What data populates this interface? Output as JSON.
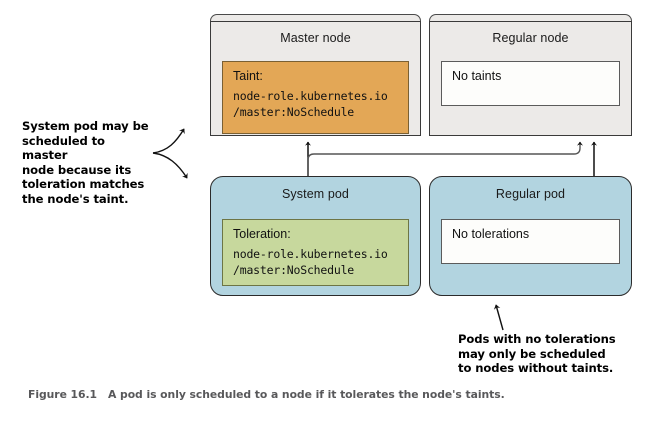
{
  "figure": {
    "label": "Figure 16.1",
    "caption": "A pod is only scheduled to a node if it tolerates the node's taints."
  },
  "nodes": [
    {
      "id": "master-node",
      "title": "Master node",
      "box_kind": "taint",
      "heading": "Taint:",
      "lines": [
        "node-role.kubernetes.io",
        "/master:NoSchedule"
      ],
      "color": "#e3a756"
    },
    {
      "id": "regular-node",
      "title": "Regular node",
      "box_kind": "plain",
      "heading": "No taints",
      "lines": [],
      "color": "#fdfdfb"
    }
  ],
  "pods": [
    {
      "id": "system-pod",
      "title": "System pod",
      "box_kind": "toleration",
      "heading": "Toleration:",
      "lines": [
        "node-role.kubernetes.io",
        "/master:NoSchedule"
      ],
      "color": "#c7d89d"
    },
    {
      "id": "regular-pod",
      "title": "Regular pod",
      "box_kind": "plain",
      "heading": "No tolerations",
      "lines": [],
      "color": "#fdfdfb"
    }
  ],
  "annotations": [
    {
      "id": "system-pod-note",
      "lines": [
        "System pod may be",
        "scheduled to master",
        "node because its",
        "toleration matches",
        "the node's taint."
      ]
    },
    {
      "id": "regular-pod-note",
      "lines": [
        "Pods with no tolerations",
        "may only be scheduled",
        "to nodes without taints."
      ]
    }
  ],
  "colors": {
    "node_fill": "#eceae8",
    "pod_fill": "#b2d4e0",
    "taint_fill": "#e3a756",
    "toleration_fill": "#c7d89d",
    "white_fill": "#fdfdfb",
    "stroke": "#3a3a3a",
    "caption_text": "#58585a"
  }
}
